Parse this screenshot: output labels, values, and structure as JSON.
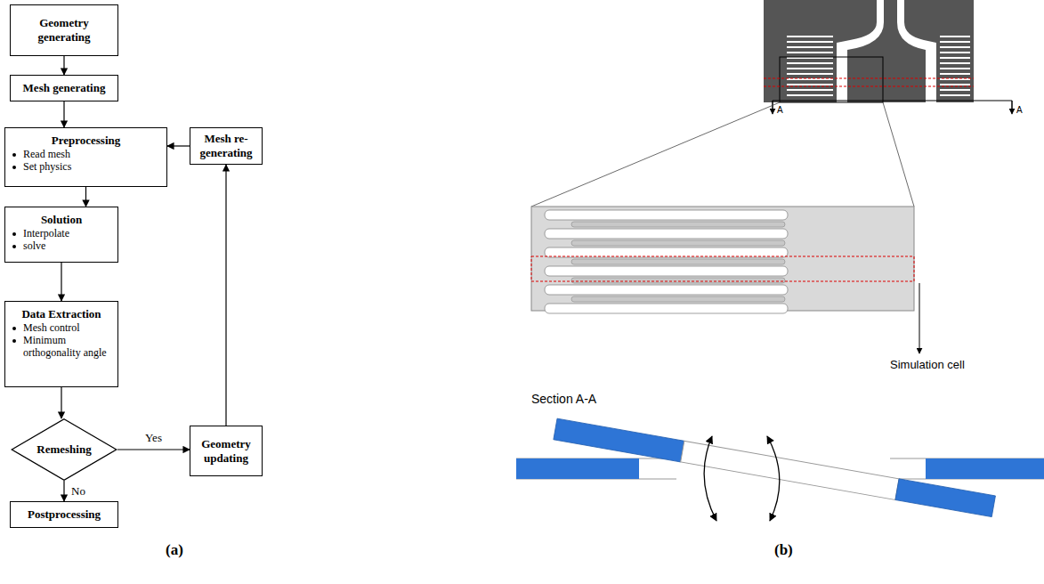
{
  "diagram": {
    "nodes": [
      {
        "text": [
          "Geometry generating"
        ]
      },
      {
        "text": [
          "Mesh generating"
        ]
      },
      {
        "text": [
          "Preprocessing",
          "Read mesh",
          "Set physics"
        ]
      },
      {
        "text": [
          "Mesh re-generating"
        ]
      },
      {
        "text": [
          "Solution",
          "Interpolate",
          "solve"
        ]
      },
      {
        "text": [
          "Data Extraction",
          "Mesh control",
          "Minimum orthogonality angle"
        ]
      },
      {
        "text": [
          "Remeshing"
        ]
      },
      {
        "text": [
          "Geometry updating"
        ]
      },
      {
        "text": [
          "Postprocessing"
        ]
      }
    ],
    "edges": [
      {
        "from": 0,
        "to": 1,
        "arrow": "to"
      },
      {
        "from": 1,
        "to": 2,
        "arrow": "to"
      },
      {
        "from": 2,
        "to": 4,
        "arrow": "to"
      },
      {
        "from": 4,
        "to": 5,
        "arrow": "to"
      },
      {
        "from": 5,
        "to": 6,
        "arrow": "to"
      },
      {
        "from": 6,
        "to": 7,
        "label": "Yes",
        "arrow": "to"
      },
      {
        "from": 7,
        "to": 3,
        "arrow": "to"
      },
      {
        "from": 3,
        "to": 2,
        "arrow": "to"
      },
      {
        "from": 6,
        "to": 8,
        "label": "No",
        "arrow": "to"
      }
    ],
    "labels": [
      "(a)",
      "(b)",
      "A",
      "A",
      "Simulation cell",
      "Section A-A"
    ]
  }
}
